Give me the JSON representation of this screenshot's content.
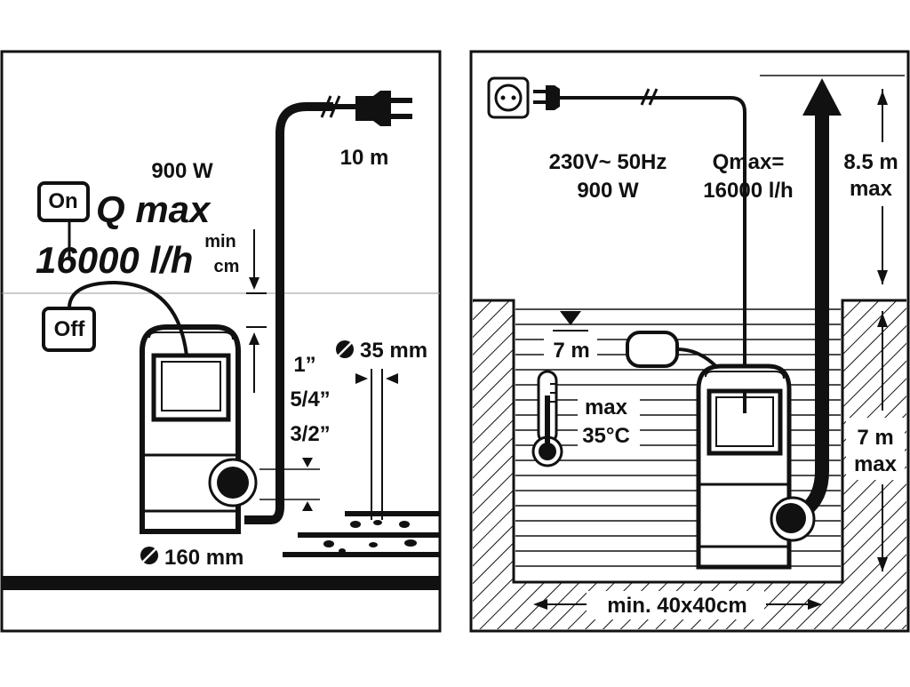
{
  "left_panel": {
    "power": "900 W",
    "on_label": "On",
    "off_label": "Off",
    "q_max": "Q max",
    "flow": "16000 l/h",
    "cable_length": "10 m",
    "min_label": "min",
    "min_value": "cm",
    "hose_sizes": [
      "1”",
      "5/4”",
      "3/2”"
    ],
    "particle_size": "35 mm",
    "pump_diameter": "160 mm"
  },
  "right_panel": {
    "voltage": "230V~ 50Hz",
    "power": "900 W",
    "q_max_line1": "Qmax=",
    "q_max_line2": "16000 l/h",
    "head_value": "8.5 m",
    "head_unit": "max",
    "depth_mark": "7 m",
    "temp_max": "max",
    "temp_value": "35°C",
    "depth_value": "7 m",
    "depth_unit": "max",
    "pit_size": "min. 40x40cm"
  },
  "colors": {
    "ink": "#111111",
    "background": "#ffffff"
  }
}
